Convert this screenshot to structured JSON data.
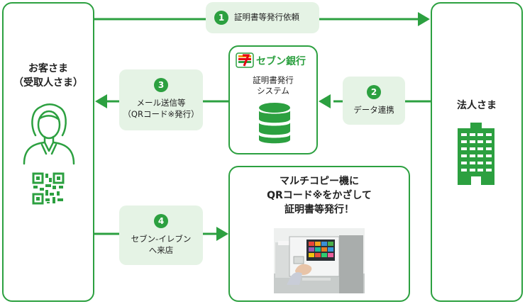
{
  "customer": {
    "line1": "お客さま",
    "line2": "（受取人さま）"
  },
  "corporate": {
    "label": "法人さま"
  },
  "bank": {
    "brand": "セブン銀行",
    "line1": "証明書発行",
    "line2": "システム"
  },
  "copier": {
    "line1": "マルチコピー機に",
    "line2": "QRコード※をかざして",
    "line3": "証明書等発行！"
  },
  "steps": [
    {
      "num": "1",
      "line1": "証明書等発行依頼",
      "line2": ""
    },
    {
      "num": "2",
      "line1": "データ連携",
      "line2": ""
    },
    {
      "num": "3",
      "line1": "メール送信等",
      "line2": "（QRコード※発行）"
    },
    {
      "num": "4",
      "line1": "セブン‐イレブン",
      "line2": "へ来店"
    }
  ],
  "colors": {
    "accent": "#2ca040",
    "step_bg": "#e5f3e5",
    "logo_red": "#e60012",
    "logo_orange": "#f39800"
  }
}
